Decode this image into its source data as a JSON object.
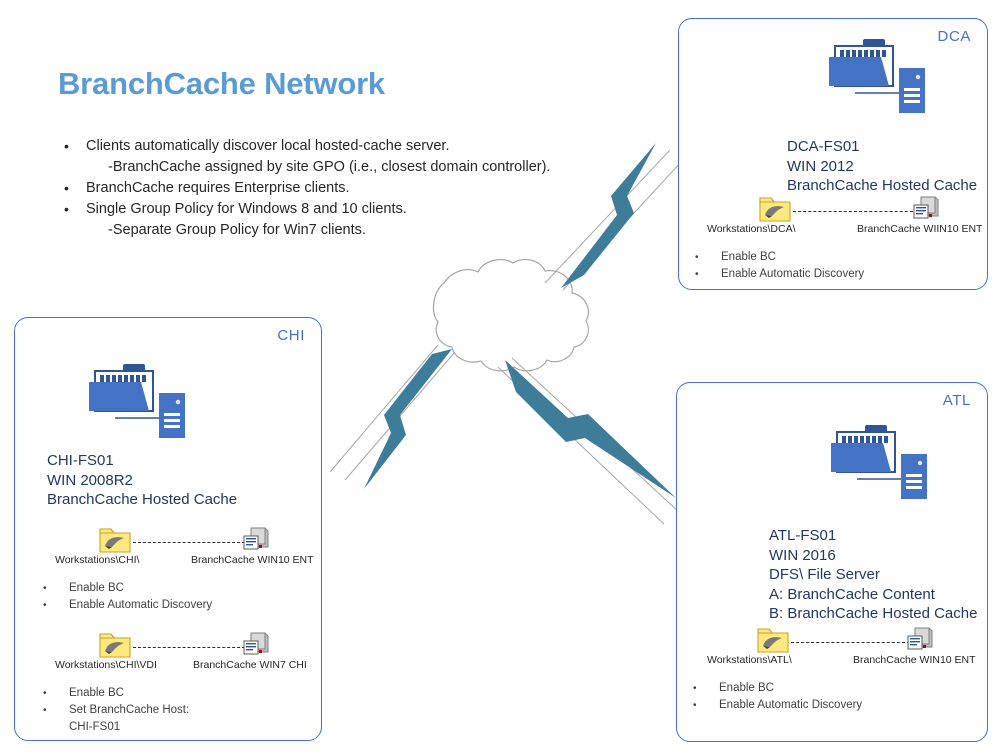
{
  "page": {
    "title": "BranchCache Network",
    "title_color": "#5B9BD5",
    "background": "#ffffff"
  },
  "intro_bullets": [
    {
      "level": "top",
      "marker": "•",
      "text": "Clients automatically discover local hosted-cache server."
    },
    {
      "level": "sub",
      "marker": "",
      "text": "-BranchCache assigned by site GPO (i.e., closest domain controller)."
    },
    {
      "level": "top",
      "marker": "•",
      "text": "BranchCache requires Enterprise clients."
    },
    {
      "level": "top",
      "marker": "•",
      "text": "Single Group Policy for Windows 8 and 10 clients."
    },
    {
      "level": "sub",
      "marker": "",
      "text": "-Separate Group Policy for Win7  clients."
    }
  ],
  "colors": {
    "box_border": "#4472C4",
    "site_label": "#4472C4",
    "server_text": "#1F3864",
    "bullet_text": "#3f3f3f",
    "bolt": "#3d7d9a",
    "cloud_stroke": "#a6a6a6",
    "guide_line": "#a6a6a6",
    "folder_blue": "#4472C4",
    "gpo_folder_yellow": "#FFE97F"
  },
  "cloud": {
    "name": "wan-cloud",
    "stroke": "#a6a6a6",
    "fill": "#ffffff"
  },
  "wan_links": [
    {
      "name": "wan-link-dca",
      "target": "DCA"
    },
    {
      "name": "wan-link-chi",
      "target": "CHI"
    },
    {
      "name": "wan-link-atl",
      "target": "ATL"
    }
  ],
  "sites": [
    {
      "id": "dca",
      "label": "DCA",
      "server_lines": [
        "DCA-FS01",
        "WIN 2012",
        "BranchCache Hosted Cache"
      ],
      "gpo_groups": [
        {
          "folder_label": "Workstations\\DCA\\",
          "policy_label": "BranchCache WIIN10 ENT",
          "bullets": [
            "Enable BC",
            "Enable Automatic Discovery"
          ],
          "continuation": ""
        }
      ]
    },
    {
      "id": "chi",
      "label": "CHI",
      "server_lines": [
        "CHI-FS01",
        "WIN 2008R2",
        "BranchCache Hosted Cache"
      ],
      "gpo_groups": [
        {
          "folder_label": "Workstations\\CHI\\",
          "policy_label": "BranchCache WIN10 ENT",
          "bullets": [
            "Enable BC",
            "Enable Automatic Discovery"
          ],
          "continuation": ""
        },
        {
          "folder_label": "Workstations\\CHI\\VDI",
          "policy_label": "BranchCache WIN7 CHI",
          "bullets": [
            "Enable BC",
            "Set BranchCache Host:"
          ],
          "continuation": "CHI-FS01"
        }
      ]
    },
    {
      "id": "atl",
      "label": "ATL",
      "server_lines": [
        "ATL-FS01",
        "WIN 2016",
        "DFS\\ File Server",
        "A:  BranchCache Content",
        "B:  BranchCache Hosted Cache"
      ],
      "gpo_groups": [
        {
          "folder_label": "Workstations\\ATL\\",
          "policy_label": "BranchCache WIN10 ENT",
          "bullets": [
            "Enable BC",
            "Enable Automatic Discovery"
          ],
          "continuation": ""
        }
      ]
    }
  ]
}
